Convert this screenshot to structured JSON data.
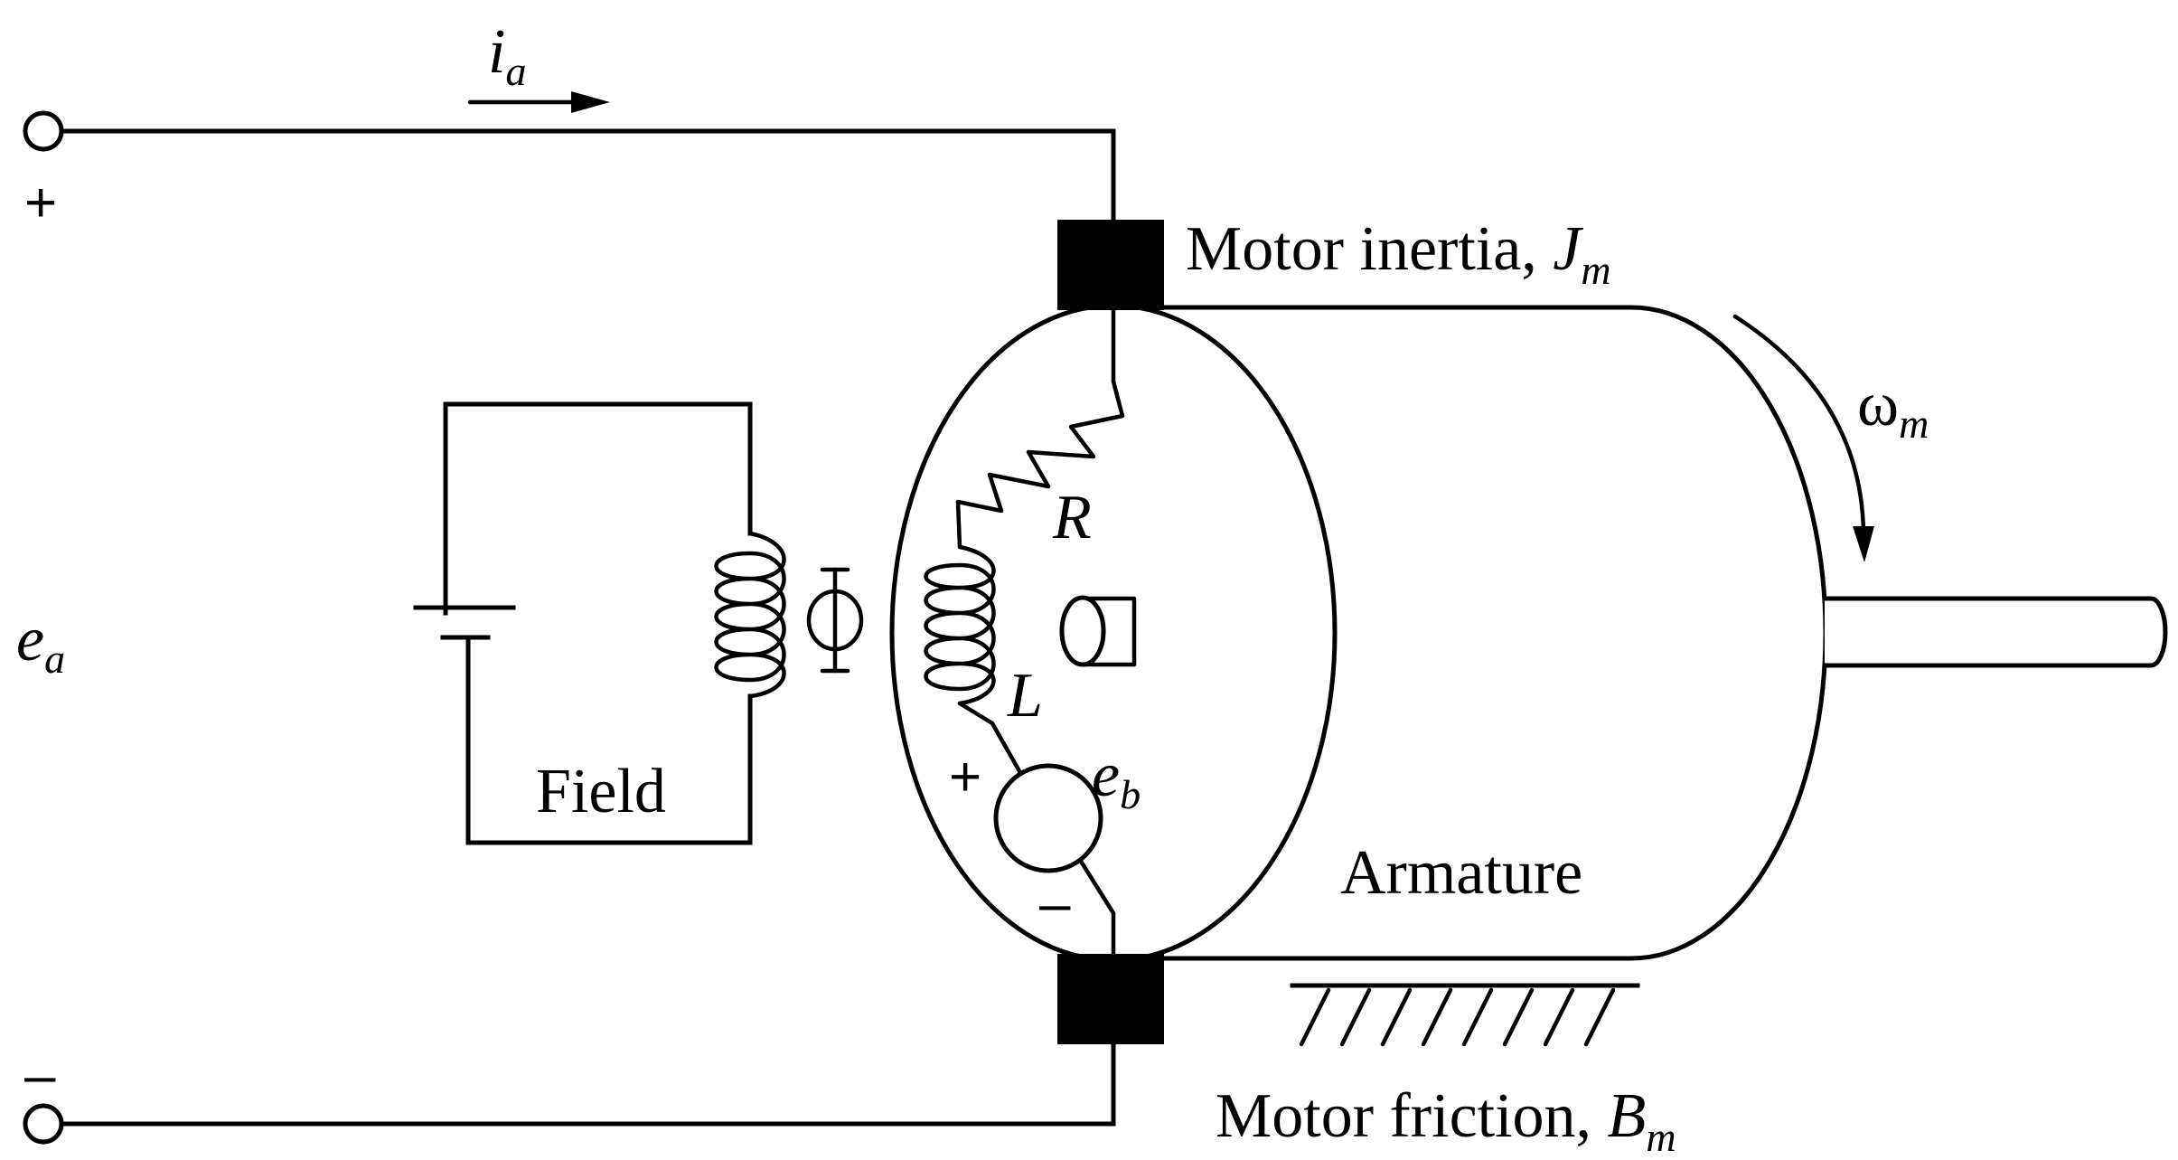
{
  "labels": {
    "current_main": "i",
    "current_sub": "a",
    "terminal_plus": "+",
    "terminal_minus": "–",
    "voltage_main": "e",
    "voltage_sub": "a",
    "motor_inertia_text": "Motor inertia, ",
    "motor_inertia_symbol": "J",
    "motor_inertia_sub": "m",
    "omega_main": "ω",
    "omega_sub": "m",
    "resistor": "R",
    "inductor": "L",
    "flux": "Φ",
    "field": "Field",
    "back_emf_plus": "+",
    "back_emf_minus": "–",
    "back_emf_main": "e",
    "back_emf_sub": "b",
    "armature": "Armature",
    "motor_friction_text": "Motor friction, ",
    "motor_friction_symbol": "B",
    "motor_friction_sub": "m"
  }
}
